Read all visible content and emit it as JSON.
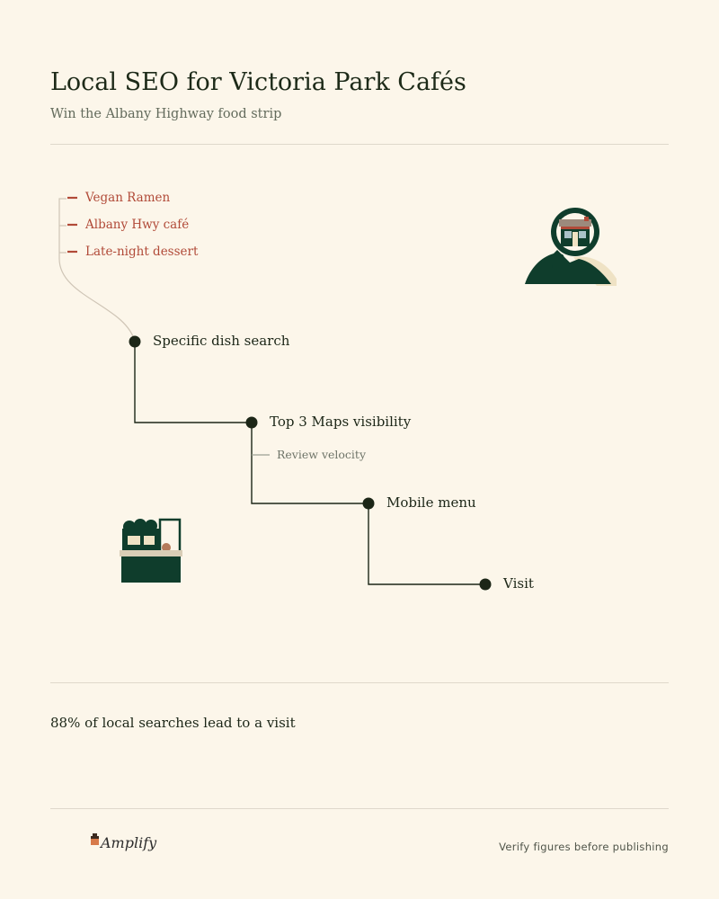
{
  "header": {
    "title": "Local SEO for Victoria Park Cafés",
    "subtitle": "Win the Albany Highway food strip"
  },
  "keywords": [
    "Vegan Ramen",
    "Albany Hwy café",
    "Late-night dessert"
  ],
  "steps": [
    {
      "label": "Specific dish search"
    },
    {
      "label": "Top 3 Maps visibility",
      "sub": "Review velocity"
    },
    {
      "label": "Mobile menu"
    },
    {
      "label": "Visit"
    }
  ],
  "stat": "88% of local searches lead to a visit",
  "footer": {
    "logo": "Amplify",
    "note": "Verify figures before publishing"
  },
  "icons": {
    "map_search": "magnifier-storefront-icon",
    "coffee_counter": "coffee-machine-counter-icon",
    "logo": "amplify-logo-icon"
  },
  "colors": {
    "background": "#fcf6ea",
    "dark_green": "#0f3d2c",
    "accent_red": "#b14a38",
    "ink": "#1c2617"
  }
}
